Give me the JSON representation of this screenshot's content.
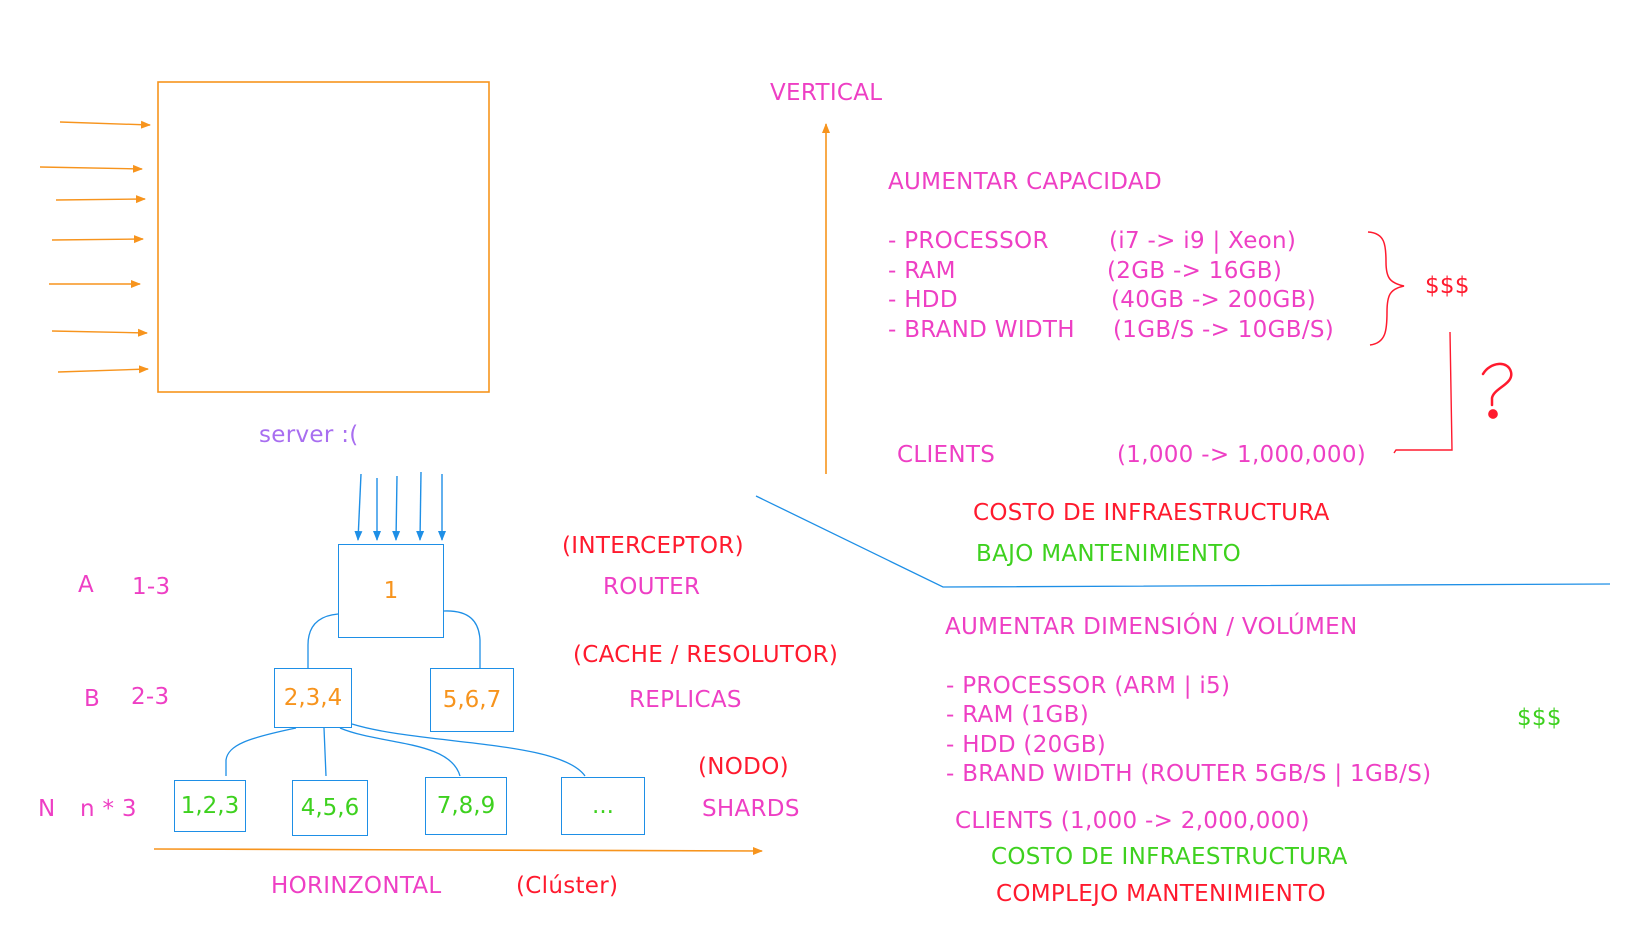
{
  "colors": {
    "pink": "#ee3fc4",
    "red": "#ff1a2e",
    "green": "#3ed11f",
    "orange": "#f7941d",
    "blue": "#1e8fe6",
    "violet": "#a86ef0"
  },
  "server": {
    "label": "server :("
  },
  "vertical": {
    "title": "VERTICAL",
    "heading": "AUMENTAR CAPACIDAD",
    "specs": [
      {
        "name": "- PROCESSOR",
        "value": "(i7 -> i9 | Xeon)"
      },
      {
        "name": "- RAM",
        "value": "(2GB -> 16GB)"
      },
      {
        "name": "- HDD",
        "value": "(40GB -> 200GB)"
      },
      {
        "name": "- BRAND WIDTH",
        "value": "(1GB/S -> 10GB/S)"
      }
    ],
    "cost_symbol": "$$$",
    "clients_label": "CLIENTS",
    "clients_value": "(1,000 -> 1,000,000)",
    "cost_infra": "COSTO DE INFRAESTRUCTURA",
    "maintenance": "BAJO MANTENIMIENTO"
  },
  "horizontal": {
    "heading": "AUMENTAR DIMENSIÓN / VOLÚMEN",
    "specs": [
      "- PROCESSOR (ARM | i5)",
      "- RAM (1GB)",
      "- HDD (20GB)",
      "- BRAND WIDTH (ROUTER 5GB/S | 1GB/S)"
    ],
    "cost_symbol": "$$$",
    "clients": "CLIENTS (1,000 -> 2,000,000)",
    "cost_infra": "COSTO DE INFRAESTRUCTURA",
    "maintenance": "COMPLEJO MANTENIMIENTO",
    "axis_label": "HORINZONTAL",
    "cluster_label": "(Clúster)"
  },
  "levels": [
    {
      "letter": "A",
      "range": "1-3",
      "role": "(INTERCEPTOR)",
      "name": "ROUTER"
    },
    {
      "letter": "B",
      "range": "2-3",
      "role": "(CACHE / RESOLUTOR)",
      "name": "REPLICAS"
    },
    {
      "letter": "N",
      "range": "n * 3",
      "role": "(NODO)",
      "name": "SHARDS"
    }
  ],
  "nodes": {
    "router": "1",
    "replicas": [
      "2,3,4",
      "5,6,7"
    ],
    "shards": [
      "1,2,3",
      "4,5,6",
      "7,8,9",
      "..."
    ]
  }
}
